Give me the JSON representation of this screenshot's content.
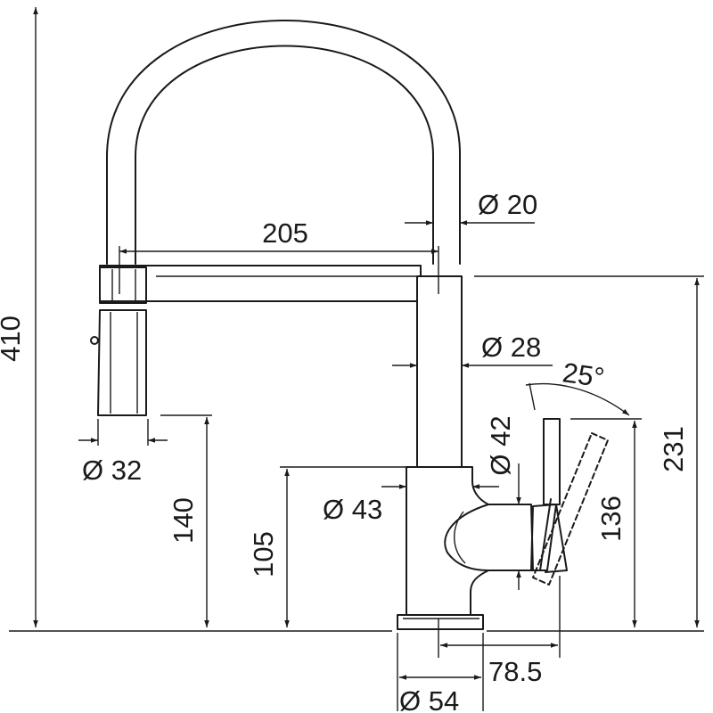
{
  "dimensions": {
    "total_height": "410",
    "spout_reach": "205",
    "spout_tube_diameter": "Ø 20",
    "body_diameter": "Ø 28",
    "lever_angle": "25°",
    "handle_diameter": "Ø 42",
    "spray_head_diameter": "Ø 32",
    "spray_head_height": "140",
    "base_diameter_upper": "Ø 43",
    "spout_base_height": "105",
    "lever_height": "136",
    "spout_height": "231",
    "lever_offset": "78.5",
    "base_diameter": "Ø 54"
  }
}
